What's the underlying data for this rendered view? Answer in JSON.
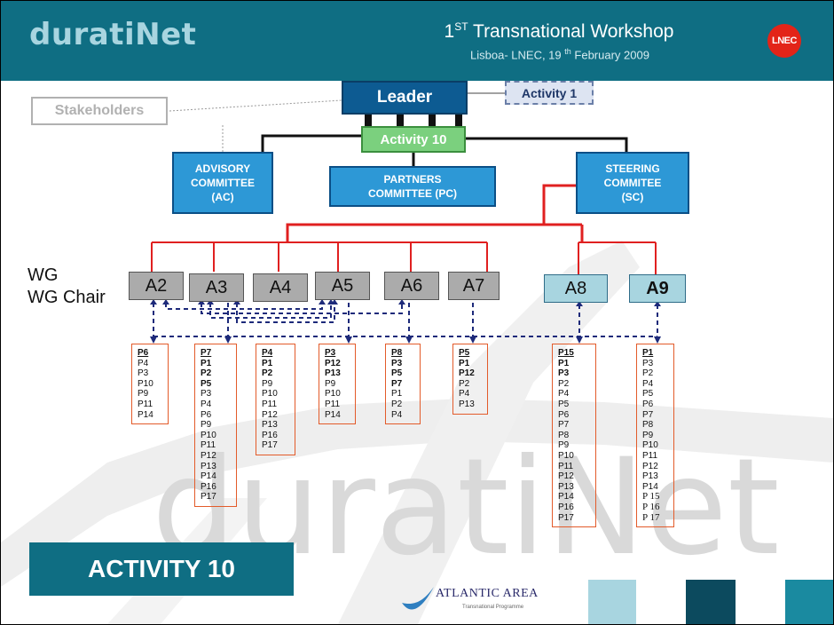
{
  "header": {
    "logo": "duratiNet",
    "title_pre": "1",
    "title_sup": "ST",
    "title_post": " Transnational Workshop",
    "subtitle_pre": "Lisboa- LNEC,  19 ",
    "subtitle_sup": "th",
    "subtitle_post": " February 2009",
    "lnec_logo": "LNEC"
  },
  "org": {
    "leader": "Leader",
    "activity1": "Activity 1",
    "stakeholders": "Stakeholders",
    "activity10": "Activity 10",
    "advisory": "ADVISORY\nCOMMITTEE\n(AC)",
    "partners": "PARTNERS\nCOMMITTEE  (PC)",
    "steering": "STEERING\nCOMMITEE\n(SC)"
  },
  "wg_label": "WG\nWG Chair",
  "working_groups": [
    {
      "name": "A2",
      "partners": [
        [
          "P6",
          "u"
        ],
        [
          "P4",
          ""
        ],
        [
          "P3",
          ""
        ],
        [
          "P10",
          ""
        ],
        [
          "P9",
          ""
        ],
        [
          "P11",
          ""
        ],
        [
          "P14",
          ""
        ]
      ]
    },
    {
      "name": "A3",
      "partners": [
        [
          "P7",
          "u"
        ],
        [
          "P1",
          "b"
        ],
        [
          "P2",
          "b"
        ],
        [
          "P5",
          "b"
        ],
        [
          "P3",
          ""
        ],
        [
          "P4",
          ""
        ],
        [
          "P6",
          ""
        ],
        [
          "P9",
          ""
        ],
        [
          "P10",
          ""
        ],
        [
          "P11",
          ""
        ],
        [
          "P12",
          ""
        ],
        [
          "P13",
          ""
        ],
        [
          "P14",
          ""
        ],
        [
          "P16",
          ""
        ],
        [
          "P17",
          ""
        ]
      ]
    },
    {
      "name": "A4",
      "partners": [
        [
          "P4",
          "u"
        ],
        [
          "P1",
          "b"
        ],
        [
          "P2",
          "b"
        ],
        [
          "P9",
          ""
        ],
        [
          "P10",
          ""
        ],
        [
          "P11",
          ""
        ],
        [
          "P12",
          ""
        ],
        [
          "P13",
          ""
        ],
        [
          "P16",
          ""
        ],
        [
          "P17",
          ""
        ]
      ]
    },
    {
      "name": "A5",
      "partners": [
        [
          "P3",
          "u"
        ],
        [
          "P12",
          "b"
        ],
        [
          "P13",
          "b"
        ],
        [
          "P9",
          ""
        ],
        [
          "P10",
          ""
        ],
        [
          "P11",
          ""
        ],
        [
          "P14",
          ""
        ]
      ]
    },
    {
      "name": "A6",
      "partners": [
        [
          "P8",
          "u"
        ],
        [
          "P3",
          "b"
        ],
        [
          "P5",
          "b"
        ],
        [
          "P7",
          "b"
        ],
        [
          "P1",
          ""
        ],
        [
          "P2",
          ""
        ],
        [
          "P4",
          ""
        ]
      ]
    },
    {
      "name": "A7",
      "partners": [
        [
          "P5",
          "u"
        ],
        [
          "P1",
          "b"
        ],
        [
          "P12",
          "b"
        ],
        [
          "P2",
          ""
        ],
        [
          "P4",
          ""
        ],
        [
          "P13",
          ""
        ]
      ]
    },
    {
      "name": "A8",
      "partners": [
        [
          "P15",
          "u"
        ],
        [
          "P1",
          "b"
        ],
        [
          "P3",
          "b"
        ],
        [
          "P2",
          ""
        ],
        [
          "P4",
          ""
        ],
        [
          "P5",
          ""
        ],
        [
          "P6",
          ""
        ],
        [
          "P7",
          ""
        ],
        [
          "P8",
          ""
        ],
        [
          "P9",
          ""
        ],
        [
          "P10",
          ""
        ],
        [
          "P11",
          ""
        ],
        [
          "P12",
          ""
        ],
        [
          "P13",
          ""
        ],
        [
          "P14",
          ""
        ],
        [
          "P16",
          ""
        ],
        [
          "P17",
          ""
        ]
      ]
    },
    {
      "name": "A9",
      "partners": [
        [
          "P1",
          "u"
        ],
        [
          "P3",
          ""
        ],
        [
          "P2",
          ""
        ],
        [
          "P4",
          ""
        ],
        [
          "P5",
          ""
        ],
        [
          "P6",
          ""
        ],
        [
          "P7",
          ""
        ],
        [
          "P8",
          ""
        ],
        [
          "P9",
          ""
        ],
        [
          "P10",
          ""
        ],
        [
          "P11",
          ""
        ],
        [
          "P12",
          ""
        ],
        [
          "P13",
          ""
        ],
        [
          "P14",
          ""
        ],
        [
          "P 15",
          "serif"
        ],
        [
          "P 16",
          "serif"
        ],
        [
          "P 17",
          "serif"
        ]
      ]
    }
  ],
  "watermark": "duratiNet",
  "footer": {
    "activity": "ACTIVITY 10",
    "atlantic_name": "ATLANTIC AREA",
    "atlantic_sub": "Transnational Programme"
  },
  "colors": {
    "header": "#0f6e83",
    "leader": "#0d5b92",
    "activity10": "#7bd07e",
    "committee": "#2d98d6",
    "red_lines": "#e02020",
    "dashed_arrows": "#1d2a7a",
    "wg_grey": "#ababab",
    "wg_blue": "#a8d5e0"
  }
}
